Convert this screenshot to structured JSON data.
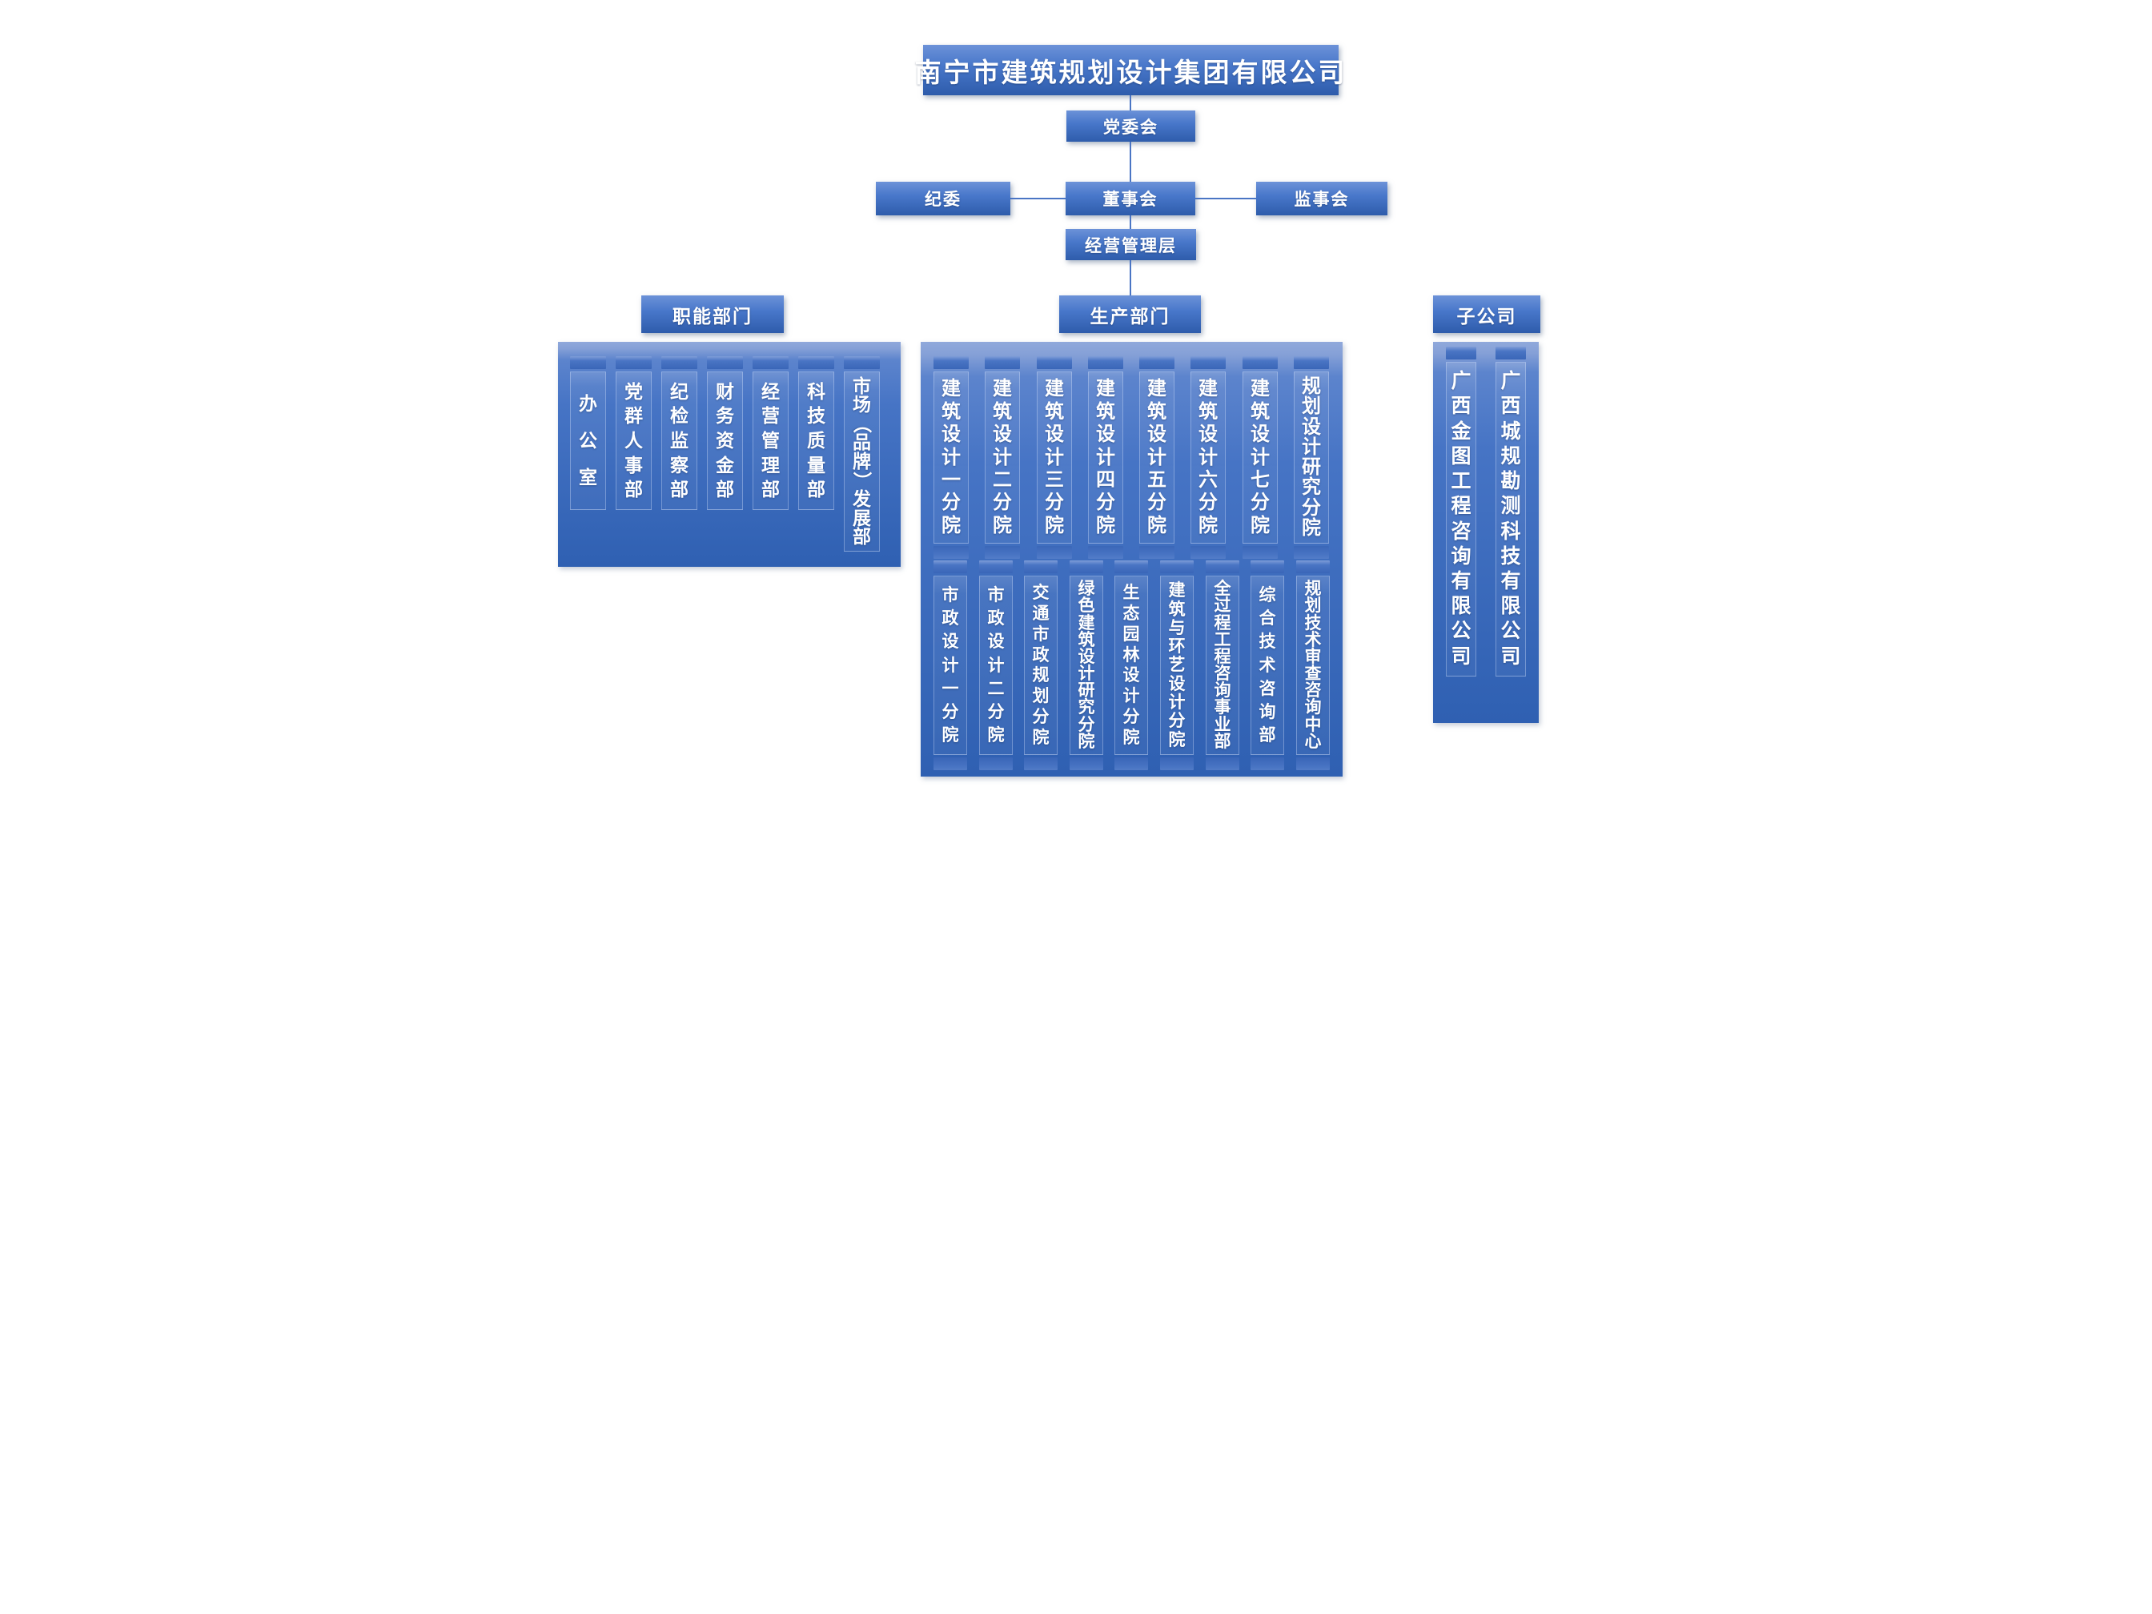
{
  "org": {
    "title": "南宁市建筑规划设计集团有限公司",
    "party_committee": "党委会",
    "discipline_committee": "纪委",
    "board": "董事会",
    "supervisory_board": "监事会",
    "management": "经营管理层",
    "functional": {
      "header": "职能部门",
      "departments": [
        "办公室",
        "党群人事部",
        "纪检监察部",
        "财务资金部",
        "经营管理部",
        "科技质量部",
        "市场（品牌）发展部"
      ]
    },
    "production": {
      "header": "生产部门",
      "row1": [
        "建筑设计一分院",
        "建筑设计二分院",
        "建筑设计三分院",
        "建筑设计四分院",
        "建筑设计五分院",
        "建筑设计六分院",
        "建筑设计七分院",
        "规划设计研究分院"
      ],
      "row2": [
        "市政设计一分院",
        "市政设计二分院",
        "交通市政规划分院",
        "绿色建筑设计研究分院",
        "生态园林设计分院",
        "建筑与环艺设计分院",
        "全过程工程咨询事业部",
        "综合技术咨询部",
        "规划技术审查咨询中心"
      ]
    },
    "subsidiaries": {
      "header": "子公司",
      "companies": [
        "广西金图工程咨询有限公司",
        "广西城规勘测科技有限公司"
      ]
    },
    "colors": {
      "accent": "#4472c4",
      "panel_top": "#90a9db",
      "panel_bottom": "#2f60b2",
      "text": "#ffffff"
    }
  }
}
